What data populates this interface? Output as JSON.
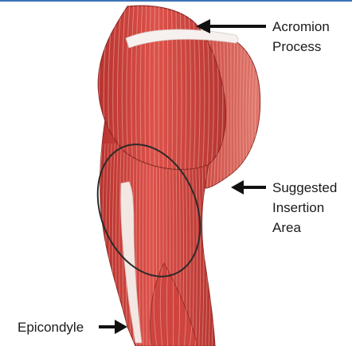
{
  "colors": {
    "muscle": "#d64a45",
    "muscle_light": "#e8837a",
    "muscle_dark": "#a8302c",
    "fiber": "#f3b3a8",
    "tendon": "#f4ece8",
    "outline": "#2a2a2a",
    "rule": "#3b73b9",
    "arrow": "#111111"
  },
  "labels": {
    "acromion_line1": "Acromion",
    "acromion_line2": "Process",
    "insertion_line1": "Suggested",
    "insertion_line2": "Insertion",
    "insertion_line3": "Area",
    "epicondyle": "Epicondyle"
  },
  "icons": {
    "acromion_arrow": "left-arrow-icon",
    "insertion_arrow": "left-arrow-icon",
    "epicondyle_arrow": "right-arrow-icon"
  }
}
